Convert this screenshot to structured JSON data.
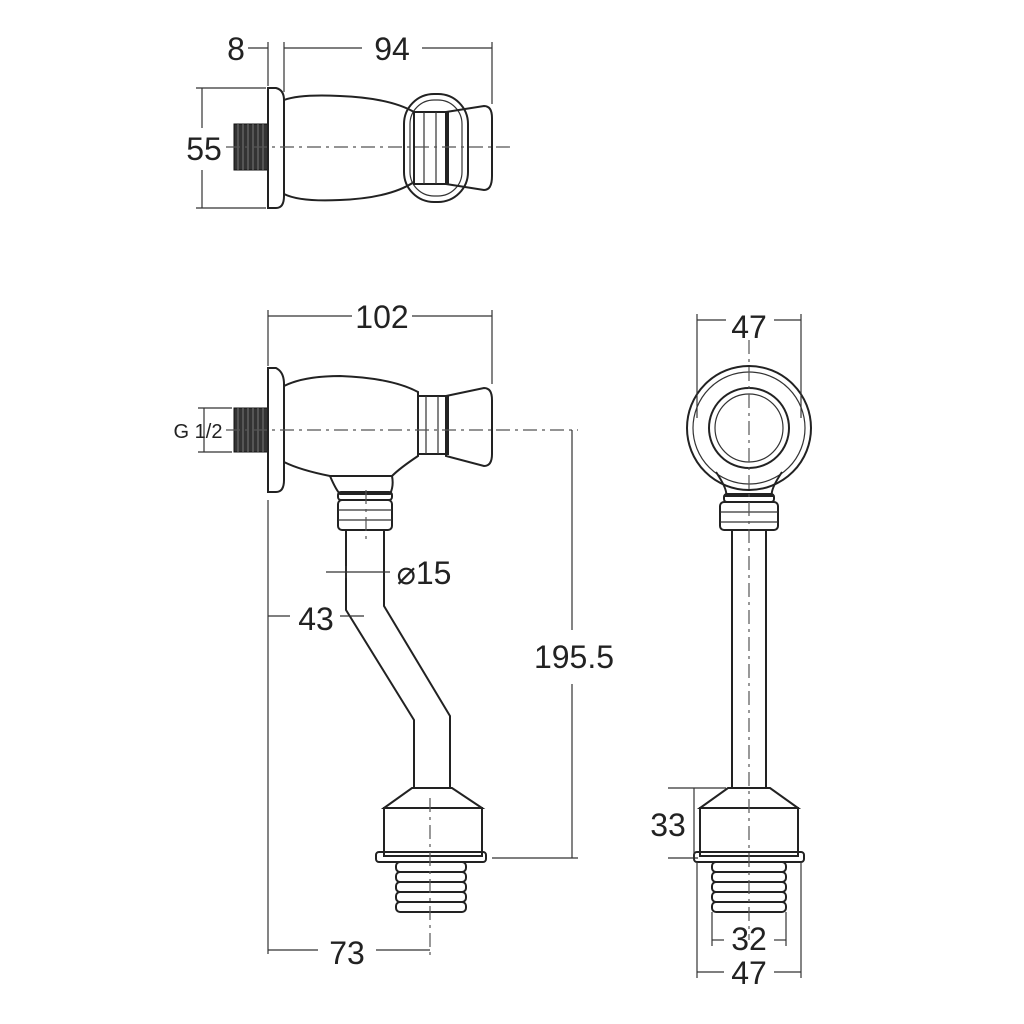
{
  "dimensions": {
    "top_face_thickness": "8",
    "top_depth": "94",
    "top_height": "55",
    "front_width": "102",
    "thread_label": "G 1/2",
    "pipe_diameter": "⌀15",
    "pipe_offset": "43",
    "total_height": "195.5",
    "outlet_offset": "73",
    "side_width_top": "47",
    "outlet_nut_height": "33",
    "outlet_thread_diameter": "32",
    "side_width_bottom": "47"
  }
}
